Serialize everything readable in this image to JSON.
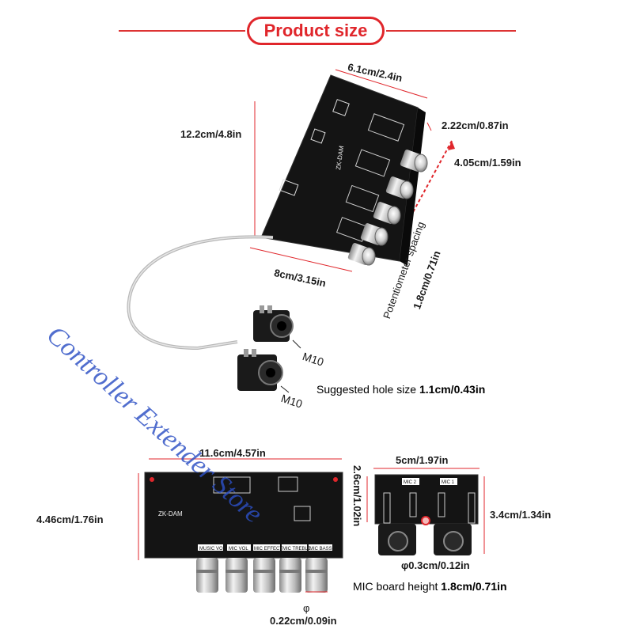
{
  "header": {
    "title": "Product size"
  },
  "board_top": {
    "width_label": "6.1cm/2.4in",
    "length_label": "12.2cm/4.8in",
    "height_label": "2.22cm/0.87in",
    "pot_row_label": "4.05cm/1.59in",
    "depth_label": "8cm/3.15in",
    "pot_spacing_title": "Potentiometer spacing",
    "pot_spacing_value": "1.8cm/0.71in",
    "model_text": "ZK-DAM"
  },
  "jacks": {
    "thread_label_1": "M10",
    "thread_label_2": "M10",
    "hole_text": "Suggested hole size",
    "hole_value": "1.1cm/0.43in"
  },
  "board_bottom": {
    "width_label": "11.6cm/4.57in",
    "height_label": "4.46cm/1.76in",
    "model_text": "ZK-DAM",
    "knob_labels": [
      "MUSIC VOL",
      "MIC VOL",
      "MIC EFFECT",
      "MIC TREBLE",
      "MIC BASS"
    ],
    "shaft_symbol": "φ",
    "shaft_value": "0.22cm/0.09in"
  },
  "mic_board": {
    "width_label": "5cm/1.97in",
    "thickness_label": "2.6cm/1.02in",
    "height_label": "3.4cm/1.34in",
    "hole_label": "φ0.3cm/0.12in",
    "board_height_text": "MIC board height",
    "board_height_value": "1.8cm/0.71in",
    "chip_labels": [
      "MIC 2",
      "MIC 1"
    ]
  },
  "watermark": {
    "text": "Controller Extender Store"
  },
  "colors": {
    "accent": "#e0262b",
    "pcb": "#121212",
    "watermark": "#2c4fc4"
  }
}
